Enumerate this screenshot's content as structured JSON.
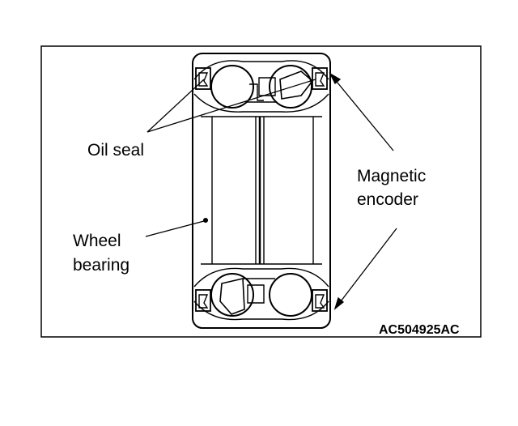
{
  "figure": {
    "labels": {
      "oil_seal": "Oil seal",
      "magnetic_line1": "Magnetic",
      "magnetic_line2": "encoder",
      "wheel_line1": "Wheel",
      "wheel_line2": "bearing"
    },
    "code": "AC504925AC"
  }
}
